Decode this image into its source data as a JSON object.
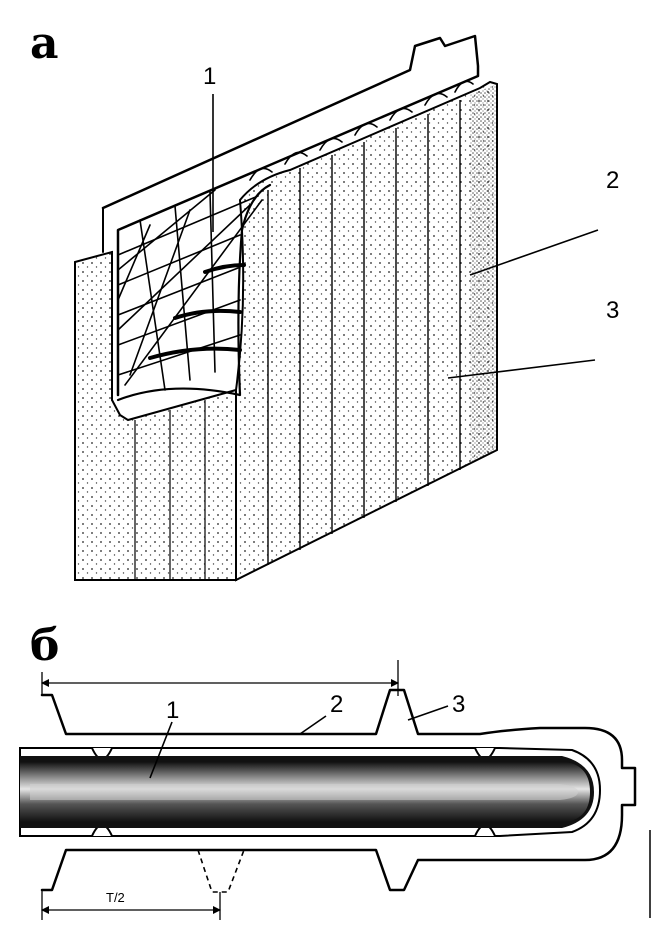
{
  "panel_a": {
    "letter": "а",
    "labels": {
      "l1": "1",
      "l2": "2",
      "l3": "3"
    }
  },
  "panel_b": {
    "letter": "б",
    "labels": {
      "l1": "1",
      "l2": "2",
      "l3": "3"
    },
    "dimension": "T/2"
  }
}
